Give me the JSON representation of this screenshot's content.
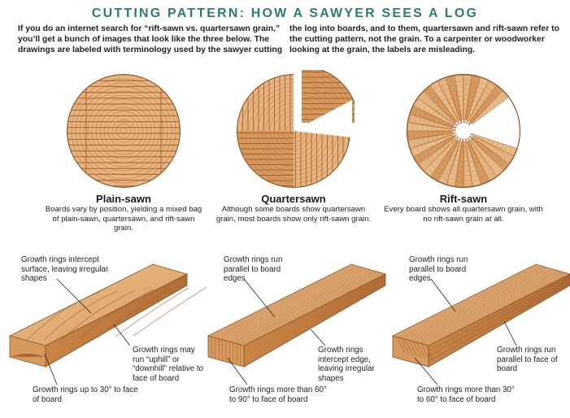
{
  "header": {
    "title": "CUTTING PATTERN: HOW A SAWYER SEES A LOG",
    "intro_left": "If you do an internet search for “rift-sawn vs. quartersawn grain,” you’ll get a bunch of images that look like the three below. The drawings are labeled with terminology used by the sawyer cutting",
    "intro_right": "the log into boards, and to them, quartersawn and rift-sawn refer to the cutting pattern, not the grain. To a carpenter or woodworker looking at the grain, the labels are misleading."
  },
  "logs": [
    {
      "name": "Plain-sawn",
      "description": "Boards vary by position, yielding a mixed bag of plain-sawn, quartersawn, and rift-sawn grain."
    },
    {
      "name": "Quartersawn",
      "description": "Although some boards show quartersawn grain, most boards show only rift-sawn grain."
    },
    {
      "name": "Rift-sawn",
      "description": "Every board shows all quartersawn grain, with no rift-sawn grain at all."
    }
  ],
  "boards": [
    {
      "top_label": "Growth rings intercept surface, leaving irregular shapes",
      "side_label": "Growth rings may run “uphill” or “downhill” relative to face of board",
      "bottom_label": "Growth rings up to 30° to face of board"
    },
    {
      "top_label": "Growth rings run parallel to board edges",
      "side_label": "Growth rings intercept edge, leaving irregular shapes",
      "bottom_label": "Growth rings more than 60° to 90° to face of board"
    },
    {
      "top_label": "Growth rings run parallel to board edges",
      "side_label": "Growth rings run parallel to face of board",
      "bottom_label": "Growth rings more than 30° to 60° to face of board"
    }
  ],
  "colors": {
    "title": "#2f7a73",
    "wood_light": "#e6b47e",
    "wood_mid": "#d79a5e",
    "wood_dark": "#b8733e",
    "grain": "#a7612f",
    "bark_edge": "#8a5226"
  }
}
